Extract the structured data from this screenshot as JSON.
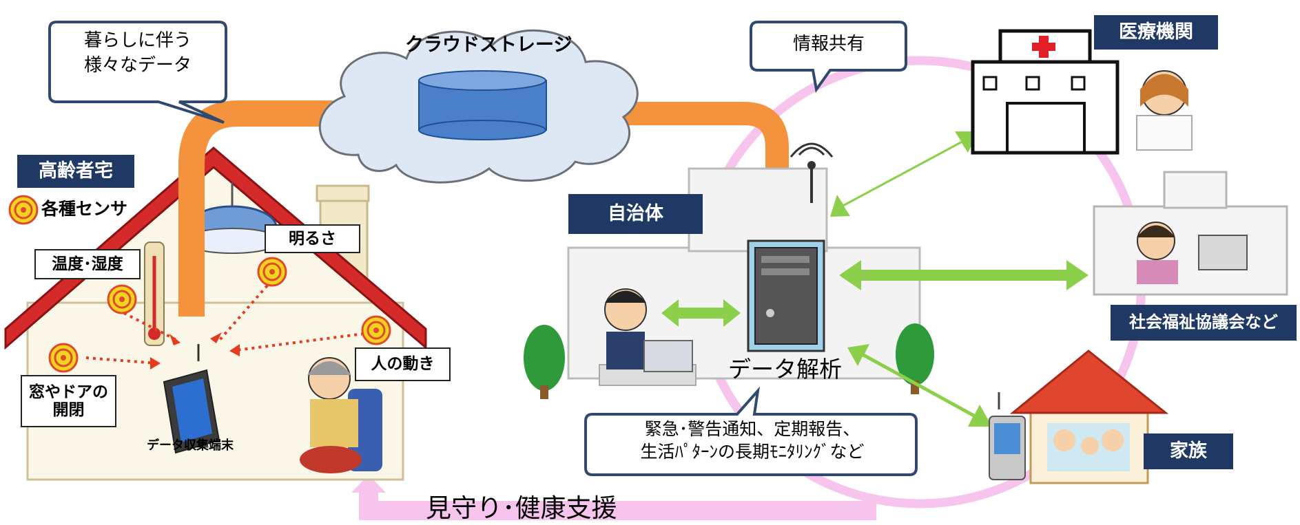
{
  "labels": {
    "data_types_bubble": [
      "暮らしに伴う",
      "様々なデータ"
    ],
    "cloud_storage": "クラウドストレージ",
    "info_sharing": "情報共有",
    "elderly_home": "高齢者宅",
    "sensors": "各種センサ",
    "brightness": "明るさ",
    "temp_humidity": "温度･湿度",
    "window_door": [
      "窓やドアの",
      "開閉"
    ],
    "human_motion": "人の動き",
    "data_terminal": "データ収集端末",
    "municipality": "自治体",
    "data_analysis": "データ解析",
    "alerts": [
      "緊急･警告通知、定期報告、",
      "生活ﾊﾟﾀｰﾝの長期ﾓﾆﾀﾘﾝｸﾞなど"
    ],
    "medical": "医療機関",
    "social_welfare": "社会福祉協議会など",
    "family": "家族",
    "monitoring": "見守り･健康支援"
  },
  "colors": {
    "navy_label": "#1f3864",
    "orange_flow": "#f5923e",
    "green_arrow": "#8ccf4a",
    "pink_cycle": "#f7c4ee",
    "roof_red": "#d52a2a",
    "cloud_fill": "#dde8f4",
    "cylinder_blue": "#4a7fc9",
    "bubble_border": "#2f4a6e"
  },
  "icons": [
    "sensor-icon",
    "thermometer-icon",
    "ceiling-light-icon",
    "tablet-icon",
    "server-icon",
    "antenna-icon",
    "hospital-icon",
    "tree-icon"
  ]
}
